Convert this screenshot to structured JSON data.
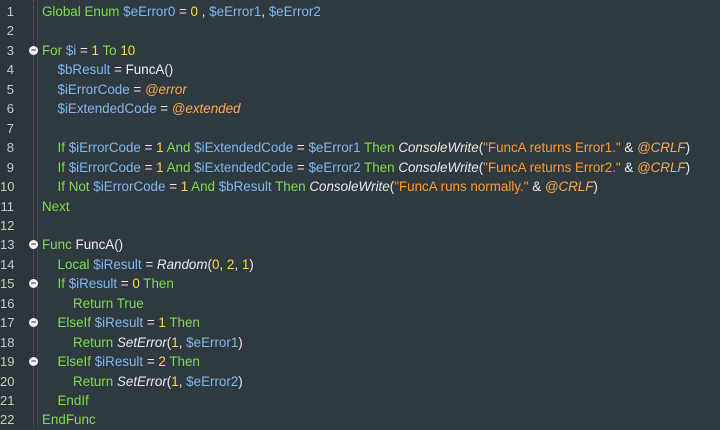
{
  "editor": {
    "lines": [
      {
        "n": "1",
        "indent": 0,
        "fold": false,
        "tokens": [
          [
            "kw",
            "Global"
          ],
          [
            "op",
            " "
          ],
          [
            "kw",
            "Enum"
          ],
          [
            "op",
            " "
          ],
          [
            "var",
            "$eError0"
          ],
          [
            "op",
            " = "
          ],
          [
            "num",
            "0"
          ],
          [
            "op",
            " , "
          ],
          [
            "var",
            "$eError1"
          ],
          [
            "op",
            ", "
          ],
          [
            "var",
            "$eError2"
          ]
        ]
      },
      {
        "n": "2",
        "indent": 0,
        "fold": false,
        "tokens": []
      },
      {
        "n": "3",
        "indent": 0,
        "fold": true,
        "tokens": [
          [
            "kw",
            "For"
          ],
          [
            "op",
            " "
          ],
          [
            "var",
            "$i"
          ],
          [
            "op",
            " = "
          ],
          [
            "num",
            "1"
          ],
          [
            "op",
            " "
          ],
          [
            "kw",
            "To"
          ],
          [
            "op",
            " "
          ],
          [
            "num",
            "10"
          ]
        ]
      },
      {
        "n": "4",
        "indent": 1,
        "fold": false,
        "tokens": [
          [
            "var",
            "$bResult"
          ],
          [
            "op",
            " = "
          ],
          [
            "fn",
            "FuncA"
          ],
          [
            "op",
            "()"
          ]
        ]
      },
      {
        "n": "5",
        "indent": 1,
        "fold": false,
        "tokens": [
          [
            "var",
            "$iErrorCode"
          ],
          [
            "op",
            " = "
          ],
          [
            "mac",
            "@error"
          ]
        ]
      },
      {
        "n": "6",
        "indent": 1,
        "fold": false,
        "tokens": [
          [
            "var",
            "$iExtendedCode"
          ],
          [
            "op",
            " = "
          ],
          [
            "mac",
            "@extended"
          ]
        ]
      },
      {
        "n": "7",
        "indent": 0,
        "fold": false,
        "tokens": []
      },
      {
        "n": "8",
        "indent": 1,
        "fold": false,
        "tokens": [
          [
            "kw",
            "If"
          ],
          [
            "op",
            " "
          ],
          [
            "var",
            "$iErrorCode"
          ],
          [
            "op",
            " = "
          ],
          [
            "num",
            "1"
          ],
          [
            "op",
            " "
          ],
          [
            "kw",
            "And"
          ],
          [
            "op",
            " "
          ],
          [
            "var",
            "$iExtendedCode"
          ],
          [
            "op",
            " = "
          ],
          [
            "var",
            "$eError1"
          ],
          [
            "op",
            " "
          ],
          [
            "kw",
            "Then"
          ],
          [
            "op",
            " "
          ],
          [
            "udf",
            "ConsoleWrite"
          ],
          [
            "op",
            "("
          ],
          [
            "str",
            "\"FuncA returns Error1.\""
          ],
          [
            "op",
            " & "
          ],
          [
            "mac",
            "@CRLF"
          ],
          [
            "op",
            ")"
          ]
        ]
      },
      {
        "n": "9",
        "indent": 1,
        "fold": false,
        "tokens": [
          [
            "kw",
            "If"
          ],
          [
            "op",
            " "
          ],
          [
            "var",
            "$iErrorCode"
          ],
          [
            "op",
            " = "
          ],
          [
            "num",
            "1"
          ],
          [
            "op",
            " "
          ],
          [
            "kw",
            "And"
          ],
          [
            "op",
            " "
          ],
          [
            "var",
            "$iExtendedCode"
          ],
          [
            "op",
            " = "
          ],
          [
            "var",
            "$eError2"
          ],
          [
            "op",
            " "
          ],
          [
            "kw",
            "Then"
          ],
          [
            "op",
            " "
          ],
          [
            "udf",
            "ConsoleWrite"
          ],
          [
            "op",
            "("
          ],
          [
            "str",
            "\"FuncA returns Error2.\""
          ],
          [
            "op",
            " & "
          ],
          [
            "mac",
            "@CRLF"
          ],
          [
            "op",
            ")"
          ]
        ]
      },
      {
        "n": "10",
        "indent": 1,
        "fold": false,
        "tokens": [
          [
            "kw",
            "If"
          ],
          [
            "op",
            " "
          ],
          [
            "kw",
            "Not"
          ],
          [
            "op",
            " "
          ],
          [
            "var",
            "$iErrorCode"
          ],
          [
            "op",
            " = "
          ],
          [
            "num",
            "1"
          ],
          [
            "op",
            " "
          ],
          [
            "kw",
            "And"
          ],
          [
            "op",
            " "
          ],
          [
            "var",
            "$bResult"
          ],
          [
            "op",
            " "
          ],
          [
            "kw",
            "Then"
          ],
          [
            "op",
            " "
          ],
          [
            "udf",
            "ConsoleWrite"
          ],
          [
            "op",
            "("
          ],
          [
            "str",
            "\"FuncA runs normally.\""
          ],
          [
            "op",
            " & "
          ],
          [
            "mac",
            "@CRLF"
          ],
          [
            "op",
            ")"
          ]
        ]
      },
      {
        "n": "11",
        "indent": 0,
        "fold": false,
        "tokens": [
          [
            "kw",
            "Next"
          ]
        ]
      },
      {
        "n": "12",
        "indent": 0,
        "fold": false,
        "tokens": []
      },
      {
        "n": "13",
        "indent": 0,
        "fold": true,
        "tokens": [
          [
            "kw",
            "Func"
          ],
          [
            "op",
            " "
          ],
          [
            "fn",
            "FuncA"
          ],
          [
            "op",
            "()"
          ]
        ]
      },
      {
        "n": "14",
        "indent": 1,
        "fold": false,
        "tokens": [
          [
            "kw",
            "Local"
          ],
          [
            "op",
            " "
          ],
          [
            "var",
            "$iResult"
          ],
          [
            "op",
            " = "
          ],
          [
            "udf",
            "Random"
          ],
          [
            "op",
            "("
          ],
          [
            "num",
            "0"
          ],
          [
            "op",
            ", "
          ],
          [
            "num",
            "2"
          ],
          [
            "op",
            ", "
          ],
          [
            "num",
            "1"
          ],
          [
            "op",
            ")"
          ]
        ]
      },
      {
        "n": "15",
        "indent": 1,
        "fold": true,
        "tokens": [
          [
            "kw",
            "If"
          ],
          [
            "op",
            " "
          ],
          [
            "var",
            "$iResult"
          ],
          [
            "op",
            " = "
          ],
          [
            "num",
            "0"
          ],
          [
            "op",
            " "
          ],
          [
            "kw",
            "Then"
          ]
        ]
      },
      {
        "n": "16",
        "indent": 2,
        "fold": false,
        "tokens": [
          [
            "kw",
            "Return"
          ],
          [
            "op",
            " "
          ],
          [
            "kw",
            "True"
          ]
        ]
      },
      {
        "n": "17",
        "indent": 1,
        "fold": true,
        "tokens": [
          [
            "kw",
            "ElseIf"
          ],
          [
            "op",
            " "
          ],
          [
            "var",
            "$iResult"
          ],
          [
            "op",
            " = "
          ],
          [
            "num",
            "1"
          ],
          [
            "op",
            " "
          ],
          [
            "kw",
            "Then"
          ]
        ]
      },
      {
        "n": "18",
        "indent": 2,
        "fold": false,
        "tokens": [
          [
            "kw",
            "Return"
          ],
          [
            "op",
            " "
          ],
          [
            "udf",
            "SetError"
          ],
          [
            "op",
            "("
          ],
          [
            "num",
            "1"
          ],
          [
            "op",
            ", "
          ],
          [
            "var",
            "$eError1"
          ],
          [
            "op",
            ")"
          ]
        ]
      },
      {
        "n": "19",
        "indent": 1,
        "fold": true,
        "tokens": [
          [
            "kw",
            "ElseIf"
          ],
          [
            "op",
            " "
          ],
          [
            "var",
            "$iResult"
          ],
          [
            "op",
            " = "
          ],
          [
            "num",
            "2"
          ],
          [
            "op",
            " "
          ],
          [
            "kw",
            "Then"
          ]
        ]
      },
      {
        "n": "20",
        "indent": 2,
        "fold": false,
        "tokens": [
          [
            "kw",
            "Return"
          ],
          [
            "op",
            " "
          ],
          [
            "udf",
            "SetError"
          ],
          [
            "op",
            "("
          ],
          [
            "num",
            "1"
          ],
          [
            "op",
            ", "
          ],
          [
            "var",
            "$eError2"
          ],
          [
            "op",
            ")"
          ]
        ]
      },
      {
        "n": "21",
        "indent": 1,
        "fold": false,
        "tokens": [
          [
            "kw",
            "EndIf"
          ]
        ]
      },
      {
        "n": "22",
        "indent": 0,
        "fold": false,
        "tokens": [
          [
            "kw",
            "EndFunc"
          ]
        ]
      }
    ]
  },
  "fold_icon": "minus-circle-icon",
  "fold_glyph": "−",
  "colors": {
    "background": "#2f3a40",
    "keyword": "#7fdc4f",
    "variable": "#7fb7ee",
    "number": "#ffd54a",
    "string": "#ff9a2f",
    "macro": "#ffa64d"
  }
}
